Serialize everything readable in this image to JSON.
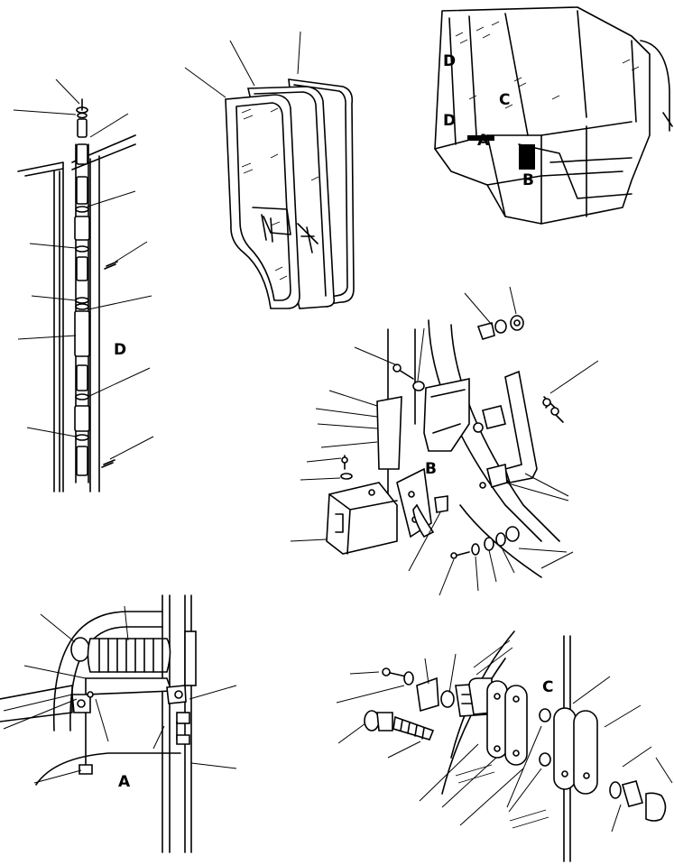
{
  "labels": {
    "cab_d_upper": "D",
    "cab_d_lower": "D",
    "cab_c": "C",
    "cab_a": "A",
    "cab_b": "B",
    "hinge_d": "D",
    "latch_b": "B",
    "strut_a": "A",
    "hinge_c": "C"
  }
}
